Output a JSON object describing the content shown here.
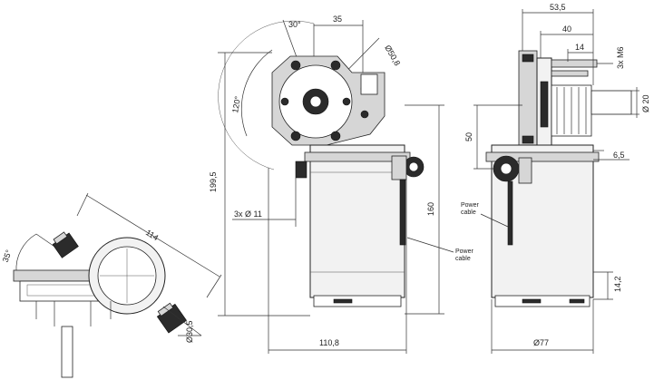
{
  "dimensions": {
    "angle_30": "30°",
    "d35": "35",
    "d50_8": "Ø50,8",
    "angle_120": "120°",
    "d199_5": "199,5",
    "d3x11": "3x Ø 11",
    "d160": "160",
    "d110_8": "110,8",
    "d114": "114",
    "angle_35": "35°",
    "d30_5": "Ø30,5",
    "d53_5": "53,5",
    "d40": "40",
    "d14": "14",
    "d3xM6": "3x M6",
    "d20": "Ø 20",
    "d50": "50",
    "d6_5": "6,5",
    "d14_2": "14,2",
    "d77": "Ø77"
  },
  "labels": {
    "power_cable_front_1": "Power",
    "power_cable_front_2": "cable",
    "power_cable_side_1": "Power",
    "power_cable_side_2": "cable"
  }
}
